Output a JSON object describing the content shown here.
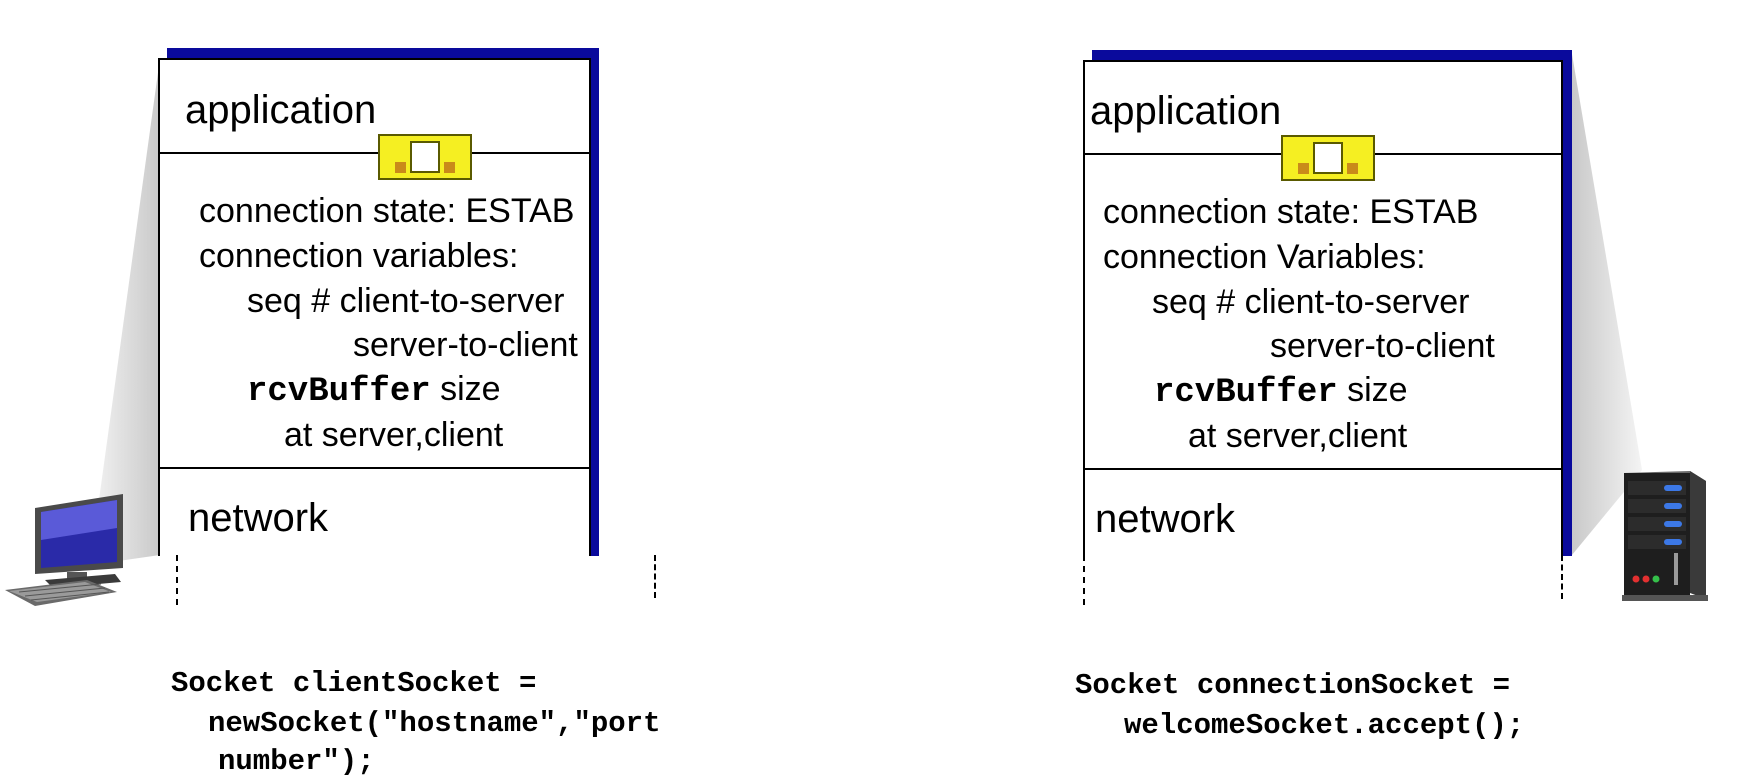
{
  "client": {
    "application_label": "application",
    "network_label": "network",
    "connection_state": "connection state: ESTAB",
    "connection_variables": "connection variables:",
    "seq_line": "seq # client-to-server",
    "seq_line2": "server-to-client",
    "rcvbuffer_keyword": "rcvBuffer",
    "rcvbuffer_suffix": "size",
    "at_line": "at server,client",
    "code_line1": "Socket clientSocket =",
    "code_line2": "newSocket(\"hostname\",\"port",
    "code_line3": "number\");",
    "host_icon": "desktop-computer-icon"
  },
  "server": {
    "application_label": "application",
    "network_label": "network",
    "connection_state": "connection state: ESTAB",
    "connection_variables": "connection Variables:",
    "seq_line": "seq # client-to-server",
    "seq_line2": "server-to-client",
    "rcvbuffer_keyword": "rcvBuffer",
    "rcvbuffer_suffix": "size",
    "at_line": "at server,client",
    "code_line1": "Socket connectionSocket =",
    "code_line2": "welcomeSocket.accept();",
    "host_icon": "server-tower-icon"
  },
  "colors": {
    "shadow": "#0a0a9c",
    "socket": "#f5ef22",
    "beam": "#d6d6d6"
  }
}
